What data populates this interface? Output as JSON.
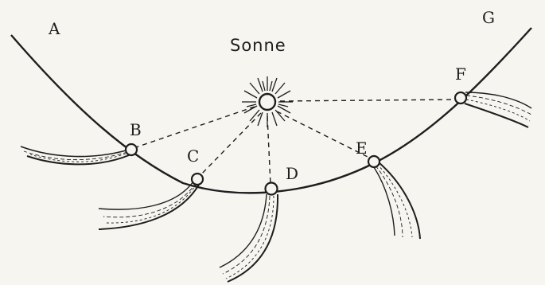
{
  "diagram": {
    "sun_label": "Sonne",
    "points": {
      "A": "A",
      "B": "B",
      "C": "C",
      "D": "D",
      "E": "E",
      "F": "F",
      "G": "G"
    }
  },
  "colors": {
    "ink": "#1e1e1e",
    "paper": "#f6f5f0"
  }
}
